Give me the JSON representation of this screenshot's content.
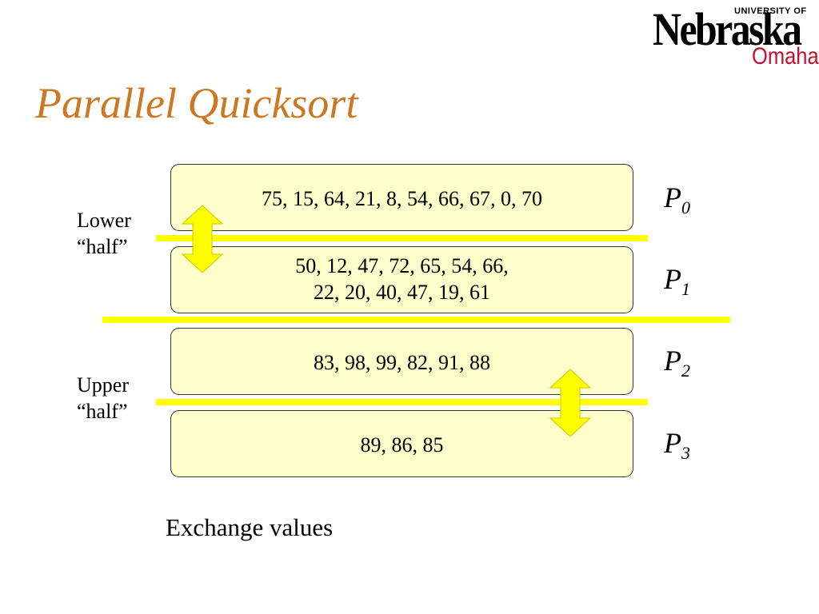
{
  "logo": {
    "university_of": "UNIVERSITY OF",
    "name": "Nebraska",
    "campus": "Omaha"
  },
  "title": "Parallel Quicksort",
  "processes": [
    {
      "label": "P",
      "index": "0",
      "lines": [
        "75, 15, 64, 21, 8, 54, 66, 67, 0, 70"
      ]
    },
    {
      "label": "P",
      "index": "1",
      "lines": [
        "50, 12, 47, 72, 65, 54, 66,",
        "22, 20, 40, 47, 19, 61"
      ]
    },
    {
      "label": "P",
      "index": "2",
      "lines": [
        "83, 98, 99, 82, 91, 88"
      ]
    },
    {
      "label": "P",
      "index": "3",
      "lines": [
        "89, 86, 85"
      ]
    }
  ],
  "side_labels": {
    "lower": {
      "line1": "Lower",
      "line2": "“half”"
    },
    "upper": {
      "line1": "Upper",
      "line2": "“half”"
    }
  },
  "caption": "Exchange values",
  "colors": {
    "title": "#cc7722",
    "box_fill": "#ffffcc",
    "highlight": "#ffff00",
    "logo_accent": "#c8102e"
  }
}
